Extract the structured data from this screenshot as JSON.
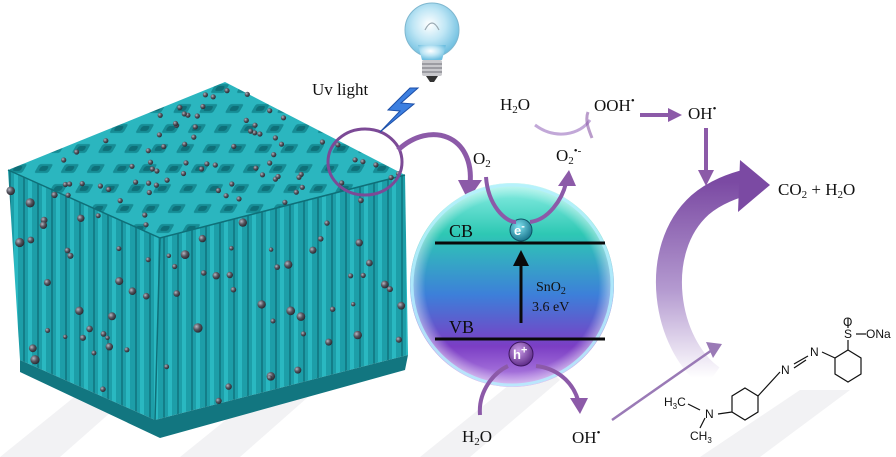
{
  "labels": {
    "uv_light": "Uv light",
    "water_top": "H2O",
    "hydroperoxyl": "OOH•",
    "hydroxyl_top": "OH•",
    "oxygen": "O2",
    "superoxide": "O2•-",
    "products": "CO2 + H2O",
    "conduction_band": "CB",
    "valence_band": "VB",
    "electron": "e-",
    "hole": "h+",
    "semiconductor": "SnO2",
    "band_gap": "3.6 eV",
    "water_bottom": "H2O",
    "hydroxyl_bottom": "OH•"
  },
  "dye": {
    "sulfonate_o": "O",
    "sulfonate_o2": "O",
    "sulfonate_s": "S",
    "sulfonate_ona": "ONa",
    "azo_n1": "N",
    "azo_n2": "N",
    "amine_n": "N",
    "methyl_1": "H3C",
    "methyl_2": "CH3"
  },
  "colors": {
    "teal": "#1fa3ad",
    "arrow_purple": "#8c5aa8",
    "band_top": "#24c4b0",
    "band_bottom": "#7a3fbf",
    "particle": "#4a4a55"
  }
}
